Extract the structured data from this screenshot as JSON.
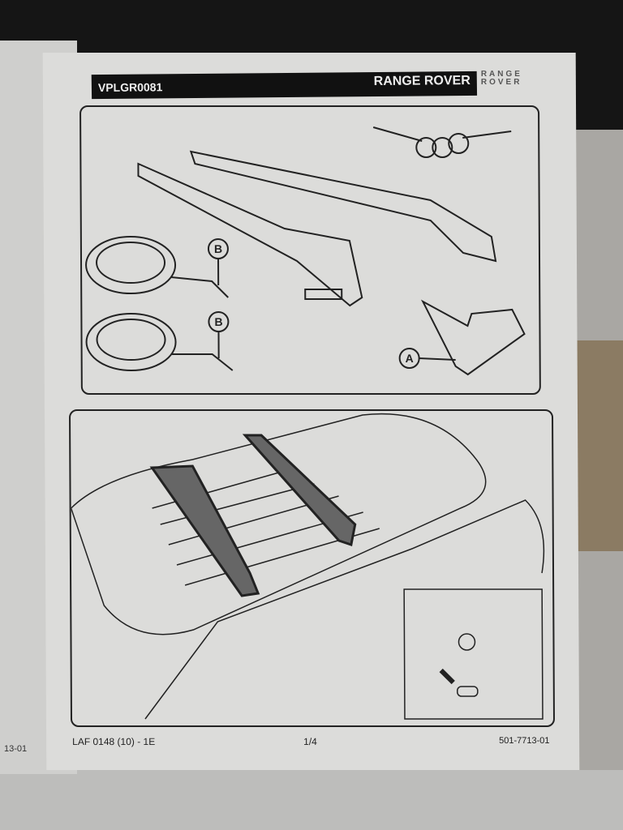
{
  "header": {
    "doc_code": "VPLGR0081",
    "brand": "RANGE ROVER",
    "logo_text": "RANGE ROVER"
  },
  "panel1": {
    "callouts": {
      "b1": "B",
      "b2": "B",
      "a": "A"
    }
  },
  "footer": {
    "form_code": "LAF 0148 (10) - 1E",
    "page": "1/4",
    "part_number": "501-7713-01"
  },
  "left_page": {
    "edge_text": "13-01"
  }
}
